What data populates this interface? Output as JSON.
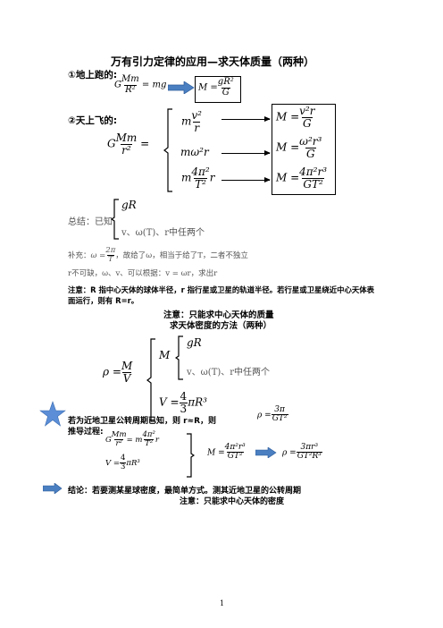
{
  "title": "万有引力定律的应用—求天体质量（两种）",
  "sec1": {
    "label": "①地上跑的:",
    "eq_left": {
      "coef": "G",
      "num": "Mm",
      "den": "R²",
      "rhs": "= mg"
    },
    "eq_right": {
      "lhs": "M =",
      "num": "gR²",
      "den": "G"
    }
  },
  "sec2": {
    "label": "②天上飞的:",
    "eq_main": {
      "coef": "G",
      "num": "Mm",
      "den": "r²",
      "eq": "="
    },
    "rows": [
      {
        "left_num": "v²",
        "left_den": "r",
        "left_pre": "m",
        "right_lhs": "M =",
        "right_num": "v²r",
        "right_den": "G"
      },
      {
        "left_text": "mω²r",
        "right_lhs": "M =",
        "right_num": "ω²r³",
        "right_den": "G"
      },
      {
        "left_pre": "m",
        "left_num": "4π²",
        "left_den": "T²",
        "left_post": "r",
        "right_lhs": "M =",
        "right_num": "4π²r³",
        "right_den": "GT²"
      }
    ]
  },
  "summary": {
    "label": "总结：已知",
    "item1": "gR",
    "item2": "v、ω(T)、r中任两个"
  },
  "supplement": {
    "line1_pre": "补充：",
    "line1_omega": "ω =",
    "line1_num": "2π",
    "line1_den": "T",
    "line1_post": "，故给了ω，相当于给了T，二者不独立",
    "line2": "r不可缺，ω、v、可以根据：v = ωr，求出r"
  },
  "note1": "注意：R 指中心天体的球体半径，r 指行星或卫星的轨道半径。若行星或卫星绕近中心天体表面运行，则有 R=r。",
  "note2": "注意：只能求中心天体的质量",
  "density_title": "求天体密度的方法（两种）",
  "density": {
    "rho_lhs": "ρ =",
    "num": "M",
    "den": "V",
    "M_label": "M",
    "M_item1": "gR",
    "M_item2": "v、ω(T)、r中任两个",
    "V_lhs": "V =",
    "V_num": "4",
    "V_den": "3",
    "V_post": "πR³"
  },
  "near_sat": {
    "text": "若为近地卫星公转周期已知，则 r≈R，则",
    "rho_lhs": "ρ =",
    "rho_num": "3π",
    "rho_den": "GT²",
    "process_label": "推导过程:",
    "eq1_coef": "G",
    "eq1_num": "Mm",
    "eq1_den": "r²",
    "eq1_mid": "= m",
    "eq1_num2": "4π²",
    "eq1_den2": "T²",
    "eq1_post": "r",
    "eq2_lhs": "V =",
    "eq2_num": "4",
    "eq2_den": "3",
    "eq2_post": "πR³",
    "res1_lhs": "M =",
    "res1_num": "4π²r³",
    "res1_den": "GT²",
    "res2_lhs": "ρ =",
    "res2_num": "3πr³",
    "res2_den": "GT²R³"
  },
  "conclusion": "结论：若要测某星球密度，最简单方式。测其近地卫星的公转周期",
  "note3": "注意：只能求中心天体的密度",
  "page_number": "1",
  "colors": {
    "arrow_fill": "#4a7fc1",
    "star_fill": "#5b8ed6"
  }
}
